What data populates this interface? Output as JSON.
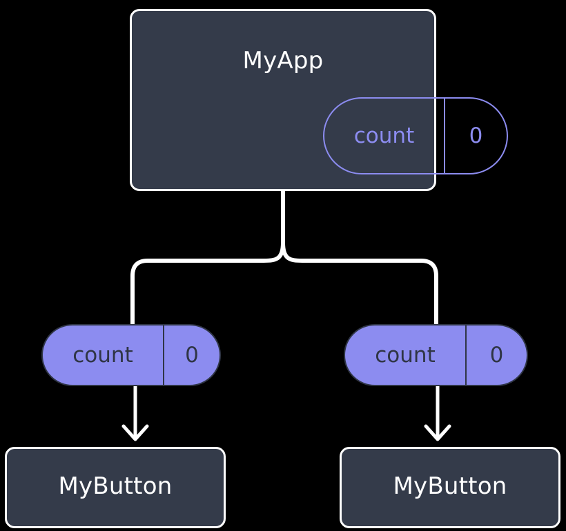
{
  "diagram": {
    "type": "component-tree",
    "background_color": "#000000",
    "colors": {
      "node_fill": "#343b4a",
      "node_border": "#ffffff",
      "node_text": "#ffffff",
      "accent": "#8c8cf0",
      "pill_text_on_fill": "#2f3545",
      "wire": "#ffffff"
    },
    "root": {
      "name": "MyApp",
      "state_pill": {
        "key": "count",
        "value": "0",
        "style": "outline"
      }
    },
    "children": [
      {
        "prop_pill": {
          "key": "count",
          "value": "0",
          "style": "filled"
        },
        "name": "MyButton"
      },
      {
        "prop_pill": {
          "key": "count",
          "value": "0",
          "style": "filled"
        },
        "name": "MyButton"
      }
    ],
    "connectors": [
      {
        "from": "MyApp",
        "to": "branch-junction",
        "kind": "line"
      },
      {
        "from": "branch-junction",
        "to": "left-prop-pill",
        "kind": "elbow"
      },
      {
        "from": "branch-junction",
        "to": "right-prop-pill",
        "kind": "elbow"
      },
      {
        "from": "left-prop-pill",
        "to": "left-MyButton",
        "kind": "arrow"
      },
      {
        "from": "right-prop-pill",
        "to": "right-MyButton",
        "kind": "arrow"
      }
    ]
  }
}
